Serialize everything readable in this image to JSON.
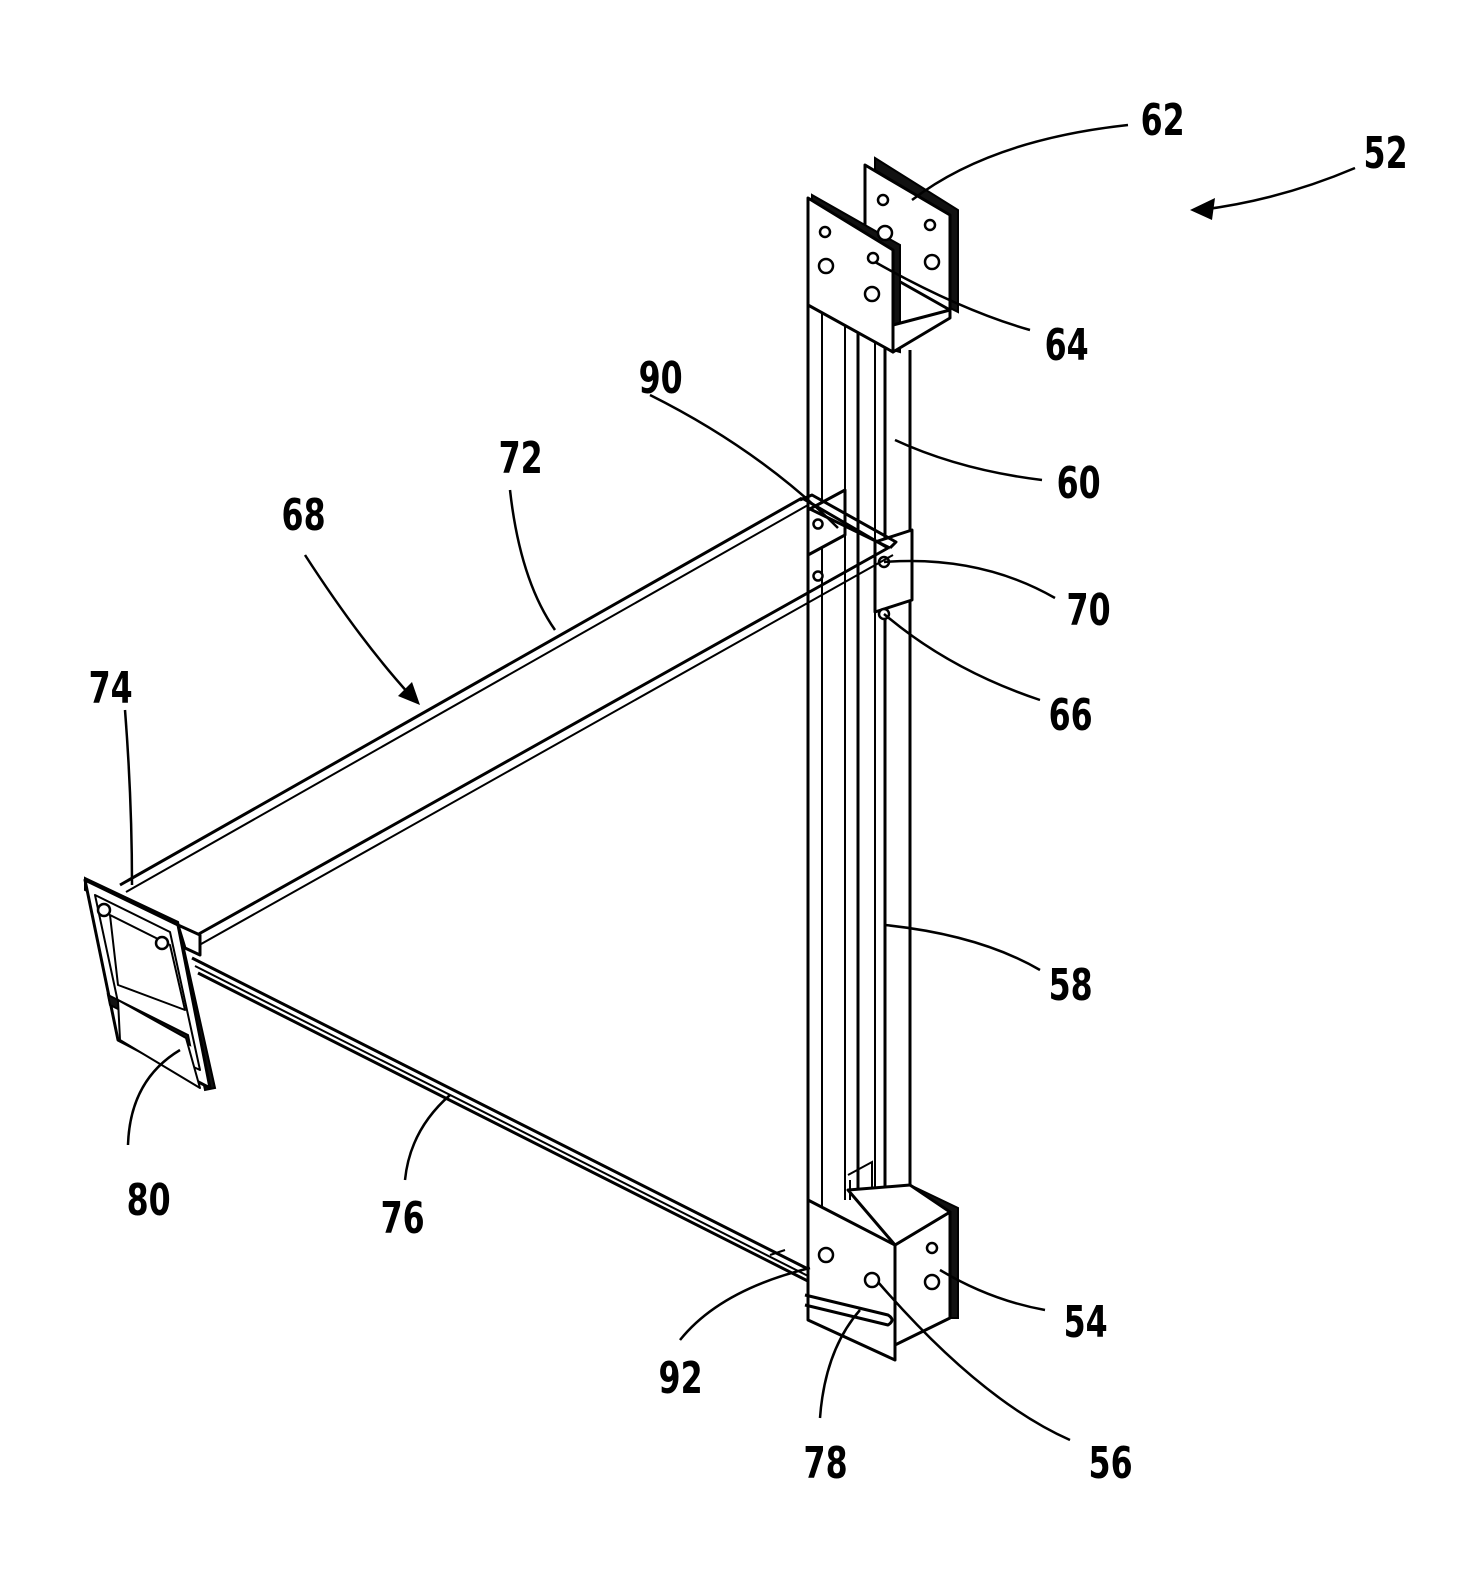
{
  "labels": {
    "ref_52": "52",
    "ref_62": "62",
    "ref_64": "64",
    "ref_90": "90",
    "ref_72": "72",
    "ref_68": "68",
    "ref_60": "60",
    "ref_70": "70",
    "ref_66": "66",
    "ref_74": "74",
    "ref_58": "58",
    "ref_80": "80",
    "ref_76": "76",
    "ref_54": "54",
    "ref_92": "92",
    "ref_78": "78",
    "ref_56": "56"
  }
}
